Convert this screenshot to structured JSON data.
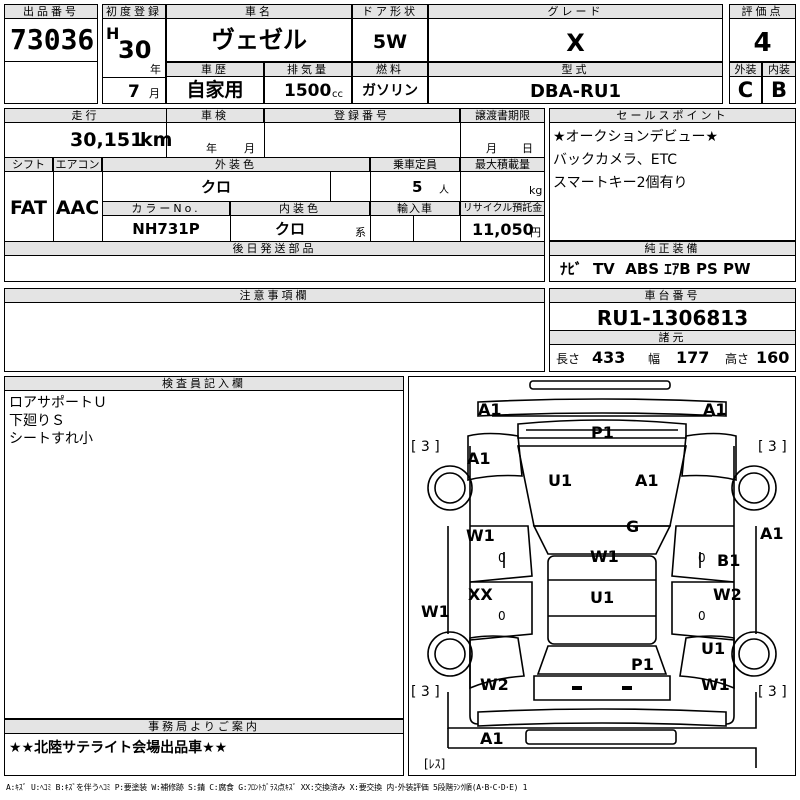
{
  "header": {
    "lot_label": "出品番号",
    "lot_number": "73036",
    "first_reg_label": "初度登録",
    "era": "H",
    "year_value": "30",
    "year_unit": "年",
    "month_value": "7",
    "month_unit": "月",
    "car_name_label": "車名",
    "car_name": "ヴェゼル",
    "door_label": "ドア形状",
    "door": "5W",
    "grade_label": "グレード",
    "grade": "X",
    "score_label": "評価点",
    "score": "4",
    "history_label": "車歴",
    "history": "自家用",
    "displacement_label": "排気量",
    "displacement": "1500",
    "displacement_unit": "cc",
    "fuel_label": "燃料",
    "fuel": "ガソリン",
    "model_label": "型式",
    "model": "DBA-RU1",
    "exterior_label": "外装",
    "exterior": "C",
    "interior_label": "内装",
    "interior": "B"
  },
  "spec": {
    "mileage_label": "走行",
    "mileage": "30,151",
    "mileage_unit": "km",
    "inspection_label": "車検",
    "inspection_year": "年",
    "inspection_month": "月",
    "reg_no_label": "登録番号",
    "transfer_label": "譲渡書期限",
    "transfer_month": "月",
    "transfer_day": "日",
    "shift_label": "シフト",
    "shift": "FAT",
    "aircon_label": "エアコン",
    "aircon": "AAC",
    "ext_color_label": "外装色",
    "ext_color": "クロ",
    "capacity_label": "乗車定員",
    "capacity": "5",
    "capacity_unit": "人",
    "max_load_label": "最大積載量",
    "max_load_unit": "kg",
    "color_no_label": "カラーNo.",
    "color_no": "NH731P",
    "int_color_label": "内装色",
    "int_color": "クロ",
    "int_color_unit": "系",
    "import_label": "輸入車",
    "recycle_label": "リサイクル預託金",
    "recycle": "11,050",
    "recycle_unit": "円",
    "later_parts_label": "後日発送部品"
  },
  "sales_point": {
    "label": "セールスポイント",
    "lines": [
      "★オークションデビュー★",
      "バックカメラ、ETC",
      "スマートキー2個有り"
    ]
  },
  "equipment": {
    "label": "純正装備",
    "items": "ﾅﾋﾞ  TV  ABS ｴｱB PS PW"
  },
  "notes": {
    "label": "注意事項欄"
  },
  "chassis": {
    "label": "車台番号",
    "number": "RU1-1306813"
  },
  "dims": {
    "label": "諸元",
    "length_label": "長さ",
    "length": "433",
    "width_label": "幅",
    "width": "177",
    "height_label": "高さ",
    "height": "160"
  },
  "inspector": {
    "label": "検査員記入欄",
    "lines": [
      "ロアサポートＵ",
      "下廻りＳ",
      "シートすれ小"
    ]
  },
  "office": {
    "label": "事務局よりご案内",
    "text": "★★北陸サテライト会場出品車★★"
  },
  "diagram": {
    "marks": {
      "a1_front_left": "A1",
      "a1_front_right": "A1",
      "p1_front": "P1",
      "bracket_top_left": "[ 3 ]",
      "bracket_top_right": "[ 3 ]",
      "a1_fender": "A1",
      "u1_hood": "U1",
      "a1_hood": "A1",
      "g_windshield": "G",
      "a1_right_side": "A1",
      "w1_left_door": "W1",
      "zero_left_1": "0",
      "w1_roof": "W1",
      "zero_right_1": "0",
      "b1_right_door": "B1",
      "xx_left": "XX",
      "u1_roof": "U1",
      "w2_right": "W2",
      "zero_left_2": "0",
      "zero_right_2": "0",
      "w1_left_outer": "W1",
      "u1_rear_right": "U1",
      "p1_rear": "P1",
      "w2_rear_left": "W2",
      "w1_rear_right": "W1",
      "bracket_bot_left": "[ 3 ]",
      "bracket_bot_right": "[ 3 ]",
      "a1_rear": "A1",
      "res_label": "[ﾚｽ]"
    }
  },
  "legend": "A:ｷｽﾞ U:ﾍｺﾐ B:ｷｽﾞを伴うﾍｺﾐ P:要塗装 W:補修跡 S:錆 C:腐食 G:ﾌﾛﾝﾄｶﾞﾗｽ点ｷｽﾞ XX:交換済み X:要交換 内･外装評価 5段階ﾗﾝｸ順(A･B･C･D･E) 1"
}
